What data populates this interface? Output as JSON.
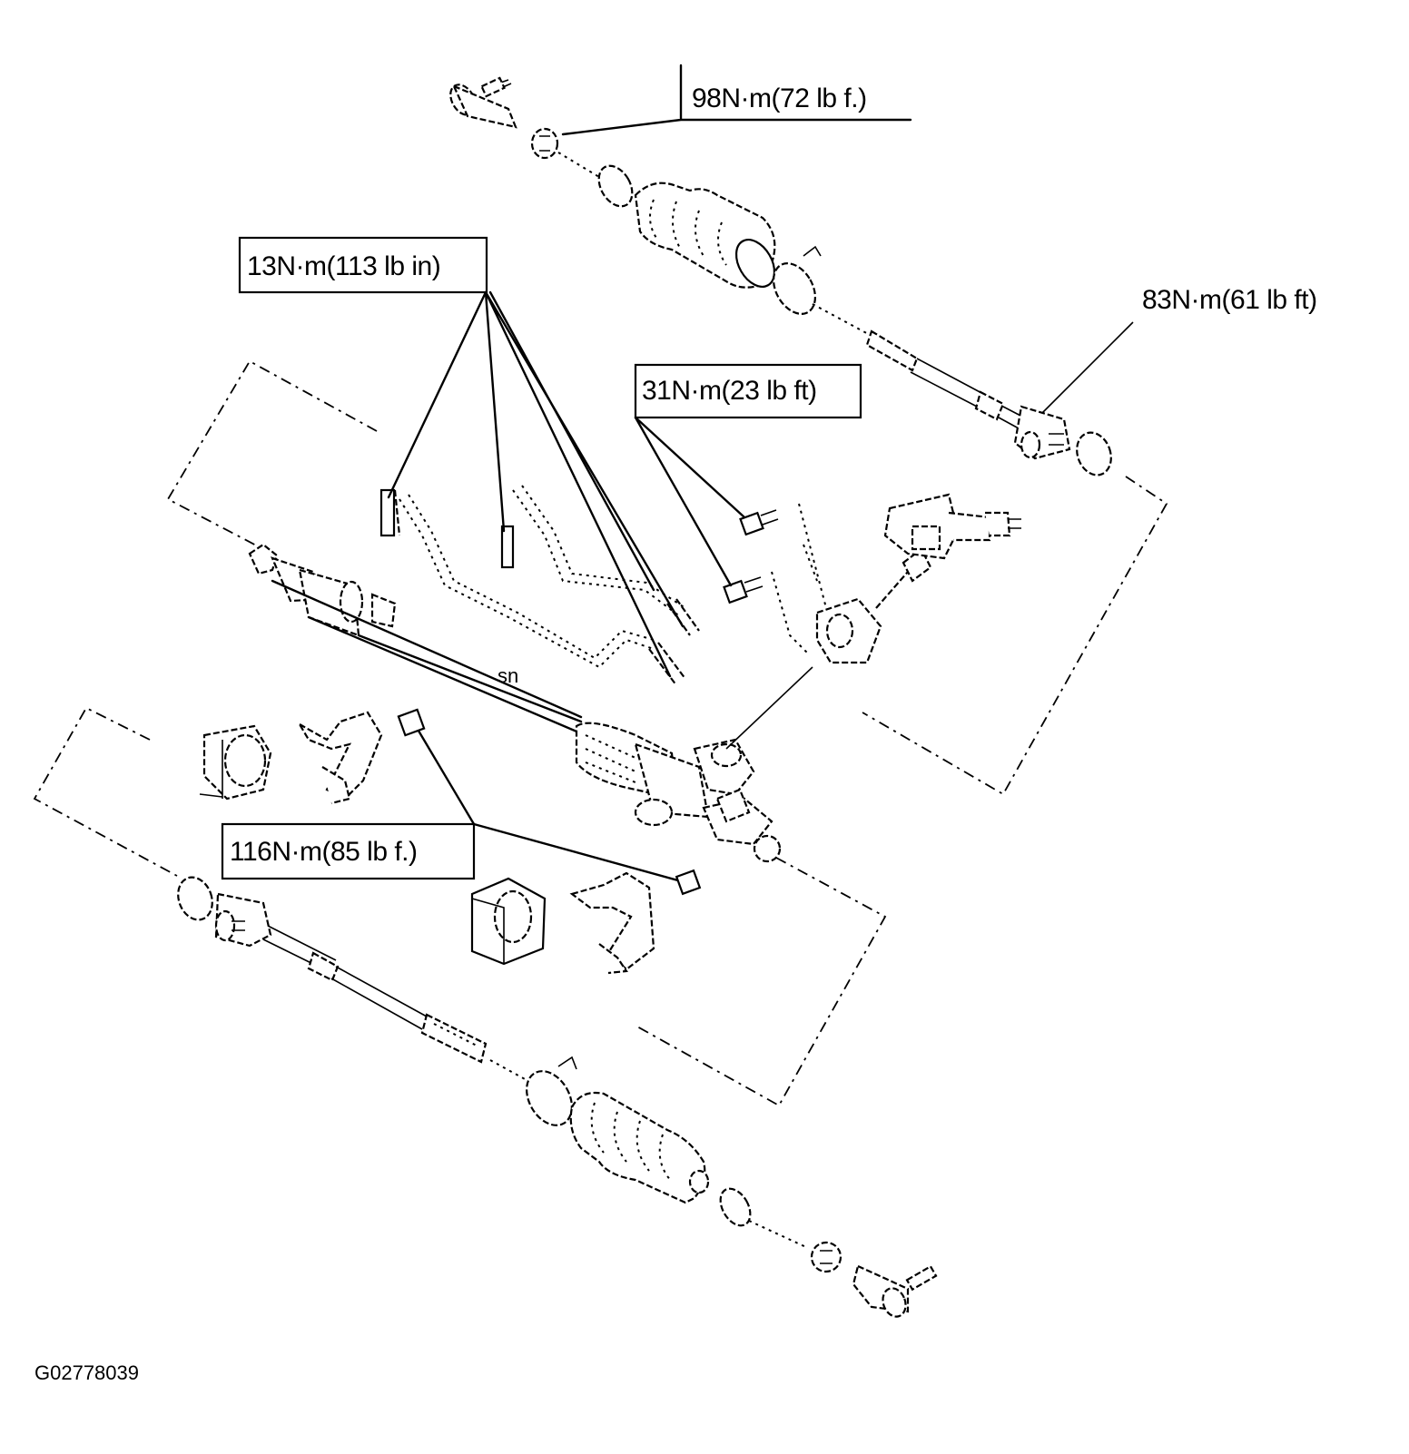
{
  "torque_labels": {
    "outer_tie_rod_nut": "98N·m(72 lb f.)",
    "pipe_fittings": "13N·m(113 lb in)",
    "inner_tie_rod_upper": "83N·m(61 lb ft)",
    "valve_bolts": "31N·m(23 lb ft)",
    "inner_tie_rod_lower": "116N·m(85 lb f.)"
  },
  "figure_code": "G02778039"
}
